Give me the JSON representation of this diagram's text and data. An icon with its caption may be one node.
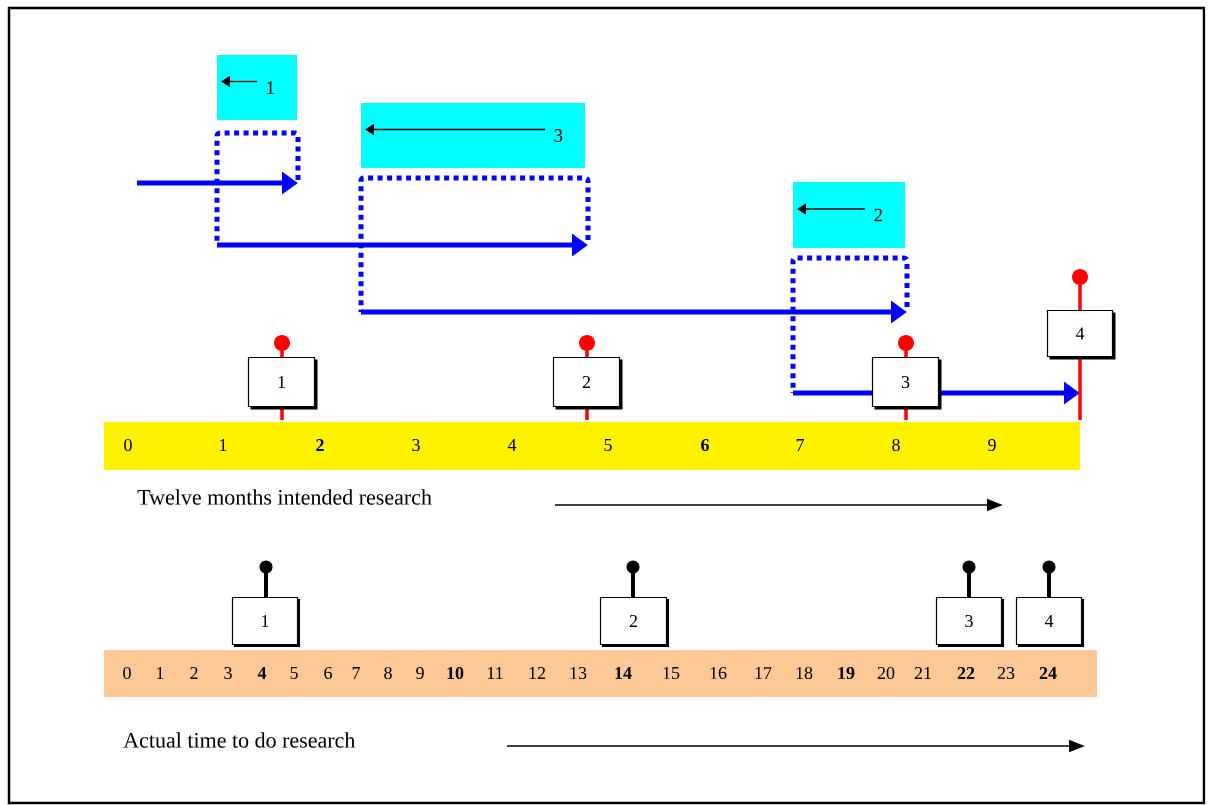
{
  "diagram": {
    "nodes": [
      {
        "text": [
          "1"
        ]
      },
      {
        "text": [
          "3"
        ]
      },
      {
        "text": [
          "2"
        ]
      },
      {
        "text": [
          "1"
        ]
      },
      {
        "text": [
          "2"
        ]
      },
      {
        "text": [
          "3"
        ]
      },
      {
        "text": [
          "4"
        ]
      },
      {
        "text": [
          "1"
        ]
      },
      {
        "text": [
          "2"
        ]
      },
      {
        "text": [
          "3"
        ]
      },
      {
        "text": [
          "4"
        ]
      }
    ],
    "labels": [
      "0",
      "1",
      "2",
      "3",
      "4",
      "5",
      "6",
      "7",
      "8",
      "9",
      "Twelve months intended research",
      "0",
      "1",
      "2",
      "3",
      "4",
      "5",
      "6",
      "7",
      "8",
      "9",
      "10",
      "11",
      "12",
      "13",
      "14",
      "15",
      "16",
      "17",
      "18",
      "19",
      "20",
      "21",
      "22",
      "23",
      "24",
      "Actual time to do research"
    ]
  }
}
